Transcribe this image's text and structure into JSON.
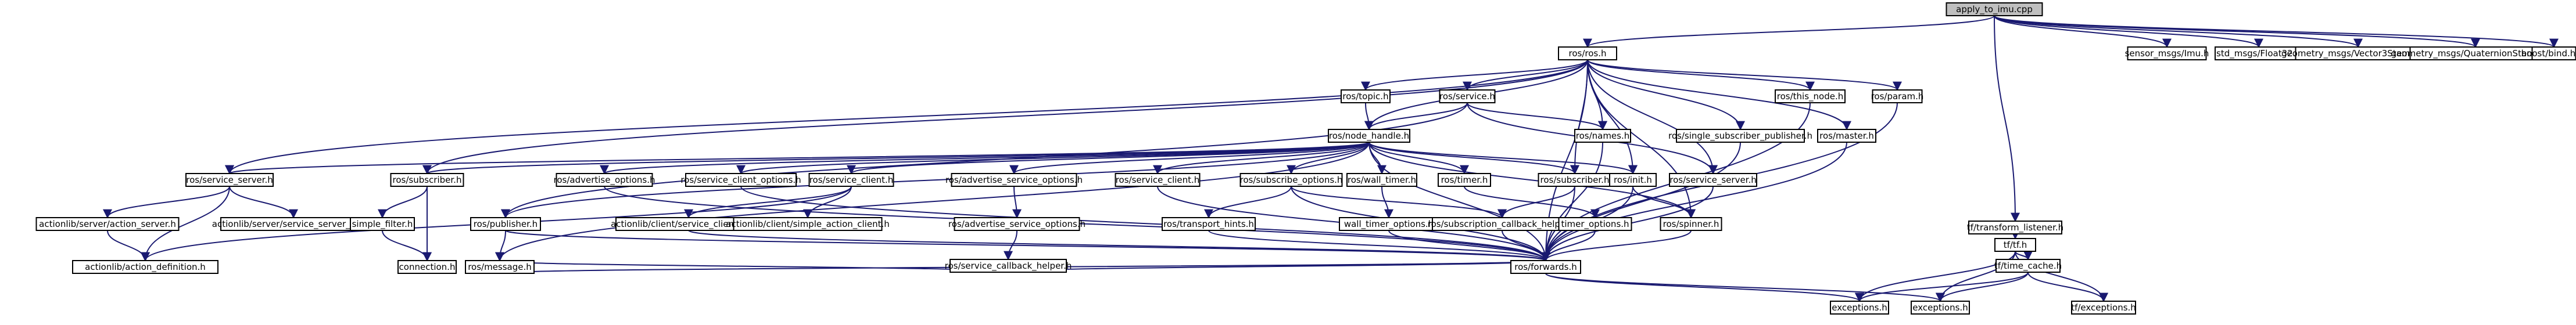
{
  "nodes": [
    {
      "id": "n_root",
      "label": "apply_to_imu.cpp",
      "style": "root"
    },
    {
      "id": "n_ros",
      "label": "ros/ros.h",
      "style": "normal"
    },
    {
      "id": "n_sensor",
      "label": "sensor_msgs/Imu.h",
      "style": "normal"
    },
    {
      "id": "n_float32",
      "label": "std_msgs/Float32.h",
      "style": "normal"
    },
    {
      "id": "n_vec3",
      "label": "geometry_msgs/Vector3Stamped.h",
      "style": "normal"
    },
    {
      "id": "n_quat",
      "label": "geometry_msgs/QuaternionStamped.h",
      "style": "normal"
    },
    {
      "id": "n_bind",
      "label": "boost/bind.hpp",
      "style": "normal"
    },
    {
      "id": "n_tflistener",
      "label": "tf/transform_listener.h",
      "style": "normal"
    },
    {
      "id": "n_topic",
      "label": "ros/topic.h",
      "style": "normal"
    },
    {
      "id": "n_service",
      "label": "ros/service.h",
      "style": "normal"
    },
    {
      "id": "n_thisnode",
      "label": "ros/this_node.h",
      "style": "normal"
    },
    {
      "id": "n_param",
      "label": "ros/param.h",
      "style": "normal"
    },
    {
      "id": "n_nodehandle",
      "label": "ros/node_handle.h",
      "style": "normal"
    },
    {
      "id": "n_names",
      "label": "ros/names.h",
      "style": "normal"
    },
    {
      "id": "n_singlesub",
      "label": "ros/single_subscriber_publisher.h",
      "style": "normal"
    },
    {
      "id": "n_master",
      "label": "ros/master.h",
      "style": "normal"
    },
    {
      "id": "n_srvserver",
      "label": "ros/service_server.h",
      "style": "normal"
    },
    {
      "id": "n_subscriberh",
      "label": "ros/subscriber.h",
      "style": "normal"
    },
    {
      "id": "n_advopts",
      "label": "ros/advertise_options.h",
      "style": "normal"
    },
    {
      "id": "n_scopts",
      "label": "ros/service_client_options.h",
      "style": "normal"
    },
    {
      "id": "n_srvclient",
      "label": "ros/service_client.h",
      "style": "normal"
    },
    {
      "id": "n_advsrvopts",
      "label": "ros/advertise_service_options.h",
      "style": "normal"
    },
    {
      "id": "n_srvclient2",
      "label": "ros/service_client.h",
      "style": "normal"
    },
    {
      "id": "n_subopts",
      "label": "ros/subscribe_options.h",
      "style": "normal"
    },
    {
      "id": "n_walltimer",
      "label": "ros/wall_timer.h",
      "style": "normal"
    },
    {
      "id": "n_timer",
      "label": "ros/timer.h",
      "style": "normal"
    },
    {
      "id": "n_subscriber2",
      "label": "ros/subscriber.h",
      "style": "normal"
    },
    {
      "id": "n_init",
      "label": "ros/init.h",
      "style": "normal"
    },
    {
      "id": "n_srvserver2",
      "label": "ros/service_server.h",
      "style": "normal"
    },
    {
      "id": "n_publisher",
      "label": "ros/publisher.h",
      "style": "normal"
    },
    {
      "id": "n_asrvopts",
      "label": "ros/advertise_service_options.h",
      "style": "normal"
    },
    {
      "id": "n_srvcbhelper",
      "label": "ros/service_callback_helper.h",
      "style": "normal"
    },
    {
      "id": "n_transporthints",
      "label": "ros/transport_hints.h",
      "style": "normal"
    },
    {
      "id": "n_wtopts",
      "label": "wall_timer_options.h",
      "style": "normal"
    },
    {
      "id": "n_subcbhelper",
      "label": "ros/subscription_callback_helper.h",
      "style": "red"
    },
    {
      "id": "n_timeropts",
      "label": "timer_options.h",
      "style": "normal"
    },
    {
      "id": "n_spinner",
      "label": "ros/spinner.h",
      "style": "normal"
    },
    {
      "id": "n_forwards",
      "label": "ros/forwards.h",
      "style": "normal"
    },
    {
      "id": "n_message",
      "label": "ros/message.h",
      "style": "normal"
    },
    {
      "id": "n_as",
      "label": "actionlib/server/action_server.h",
      "style": "red"
    },
    {
      "id": "n_ssimp",
      "label": "actionlib/server/service_server_imp.h",
      "style": "normal"
    },
    {
      "id": "n_actiondef",
      "label": "actionlib/action_definition.h",
      "style": "normal"
    },
    {
      "id": "n_simplefilter",
      "label": "simple_filter.h",
      "style": "red"
    },
    {
      "id": "n_connection",
      "label": "connection.h",
      "style": "red"
    },
    {
      "id": "n_scimp",
      "label": "actionlib/client/service_client_imp.h",
      "style": "normal"
    },
    {
      "id": "n_sac",
      "label": "actionlib/client/simple_action_client.h",
      "style": "red"
    },
    {
      "id": "n_tftf",
      "label": "tf/tf.h",
      "style": "normal"
    },
    {
      "id": "n_timecache",
      "label": "tf/time_cache.h",
      "style": "red"
    },
    {
      "id": "n_exc1",
      "label": "exceptions.h",
      "style": "normal"
    },
    {
      "id": "n_exc2",
      "label": "exceptions.h",
      "style": "normal"
    },
    {
      "id": "n_tfexc",
      "label": "tf/exceptions.h",
      "style": "normal"
    }
  ],
  "edges": [
    [
      "n_root",
      "n_ros"
    ],
    [
      "n_root",
      "n_sensor"
    ],
    [
      "n_root",
      "n_float32"
    ],
    [
      "n_root",
      "n_vec3"
    ],
    [
      "n_root",
      "n_quat"
    ],
    [
      "n_root",
      "n_bind"
    ],
    [
      "n_root",
      "n_tflistener"
    ],
    [
      "n_ros",
      "n_topic"
    ],
    [
      "n_ros",
      "n_service"
    ],
    [
      "n_ros",
      "n_thisnode"
    ],
    [
      "n_ros",
      "n_param"
    ],
    [
      "n_ros",
      "n_nodehandle"
    ],
    [
      "n_ros",
      "n_names"
    ],
    [
      "n_ros",
      "n_singlesub"
    ],
    [
      "n_ros",
      "n_master"
    ],
    [
      "n_ros",
      "n_subscriberh"
    ],
    [
      "n_ros",
      "n_init"
    ],
    [
      "n_ros",
      "n_subscriber2"
    ],
    [
      "n_ros",
      "n_srvserver"
    ],
    [
      "n_ros",
      "n_srvserver2"
    ],
    [
      "n_ros",
      "n_spinner"
    ],
    [
      "n_ros",
      "n_forwards"
    ],
    [
      "n_topic",
      "n_nodehandle"
    ],
    [
      "n_service",
      "n_nodehandle"
    ],
    [
      "n_service",
      "n_names"
    ],
    [
      "n_service",
      "n_srvserver2"
    ],
    [
      "n_service",
      "n_publisher"
    ],
    [
      "n_nodehandle",
      "n_srvserver"
    ],
    [
      "n_nodehandle",
      "n_subscriberh"
    ],
    [
      "n_nodehandle",
      "n_advopts"
    ],
    [
      "n_nodehandle",
      "n_scopts"
    ],
    [
      "n_nodehandle",
      "n_srvclient"
    ],
    [
      "n_nodehandle",
      "n_advsrvopts"
    ],
    [
      "n_nodehandle",
      "n_srvclient2"
    ],
    [
      "n_nodehandle",
      "n_subopts"
    ],
    [
      "n_nodehandle",
      "n_walltimer"
    ],
    [
      "n_nodehandle",
      "n_timer"
    ],
    [
      "n_nodehandle",
      "n_subscriber2"
    ],
    [
      "n_nodehandle",
      "n_init"
    ],
    [
      "n_nodehandle",
      "n_publisher"
    ],
    [
      "n_nodehandle",
      "n_message"
    ],
    [
      "n_nodehandle",
      "n_forwards"
    ],
    [
      "n_nodehandle",
      "n_spinner"
    ],
    [
      "n_srvserver",
      "n_as"
    ],
    [
      "n_srvserver",
      "n_ssimp"
    ],
    [
      "n_srvserver",
      "n_actiondef"
    ],
    [
      "n_as",
      "n_actiondef"
    ],
    [
      "n_subscriberh",
      "n_simplefilter"
    ],
    [
      "n_subscriberh",
      "n_connection"
    ],
    [
      "n_simplefilter",
      "n_connection"
    ],
    [
      "n_srvclient",
      "n_scimp"
    ],
    [
      "n_srvclient",
      "n_sac"
    ],
    [
      "n_srvclient",
      "n_actiondef"
    ],
    [
      "n_advsrvopts",
      "n_asrvopts"
    ],
    [
      "n_asrvopts",
      "n_srvcbhelper"
    ],
    [
      "n_srvcbhelper",
      "n_message"
    ],
    [
      "n_srvcbhelper",
      "n_forwards"
    ],
    [
      "n_subopts",
      "n_transporthints"
    ],
    [
      "n_subopts",
      "n_subcbhelper"
    ],
    [
      "n_subopts",
      "n_forwards"
    ],
    [
      "n_walltimer",
      "n_wtopts"
    ],
    [
      "n_timer",
      "n_timeropts"
    ],
    [
      "n_subscriber2",
      "n_subcbhelper"
    ],
    [
      "n_subscriber2",
      "n_forwards"
    ],
    [
      "n_init",
      "n_spinner"
    ],
    [
      "n_init",
      "n_forwards"
    ],
    [
      "n_publisher",
      "n_message"
    ],
    [
      "n_publisher",
      "n_forwards"
    ],
    [
      "n_advopts",
      "n_forwards"
    ],
    [
      "n_scopts",
      "n_forwards"
    ],
    [
      "n_srvclient2",
      "n_forwards"
    ],
    [
      "n_transporthints",
      "n_forwards"
    ],
    [
      "n_wtopts",
      "n_forwards"
    ],
    [
      "n_timeropts",
      "n_forwards"
    ],
    [
      "n_subcbhelper",
      "n_forwards"
    ],
    [
      "n_names",
      "n_forwards"
    ],
    [
      "n_singlesub",
      "n_forwards"
    ],
    [
      "n_master",
      "n_forwards"
    ],
    [
      "n_thisnode",
      "n_forwards"
    ],
    [
      "n_param",
      "n_forwards"
    ],
    [
      "n_srvserver2",
      "n_forwards"
    ],
    [
      "n_spinner",
      "n_forwards"
    ],
    [
      "n_scimp",
      "n_forwards"
    ],
    [
      "n_message",
      "n_forwards"
    ],
    [
      "n_forwards",
      "n_exc1"
    ],
    [
      "n_forwards",
      "n_exc2"
    ],
    [
      "n_tflistener",
      "n_tftf"
    ],
    [
      "n_tftf",
      "n_timecache"
    ],
    [
      "n_tftf",
      "n_exc1"
    ],
    [
      "n_tftf",
      "n_exc2"
    ],
    [
      "n_tftf",
      "n_tfexc"
    ],
    [
      "n_timecache",
      "n_exc1"
    ],
    [
      "n_timecache",
      "n_exc2"
    ],
    [
      "n_timecache",
      "n_tfexc"
    ]
  ],
  "colors": {
    "root_fill": "#bfbfbf",
    "node_fill": "#ffffff",
    "node_border": "#000000",
    "red_border": "#ff0000",
    "edge": "#191970"
  }
}
